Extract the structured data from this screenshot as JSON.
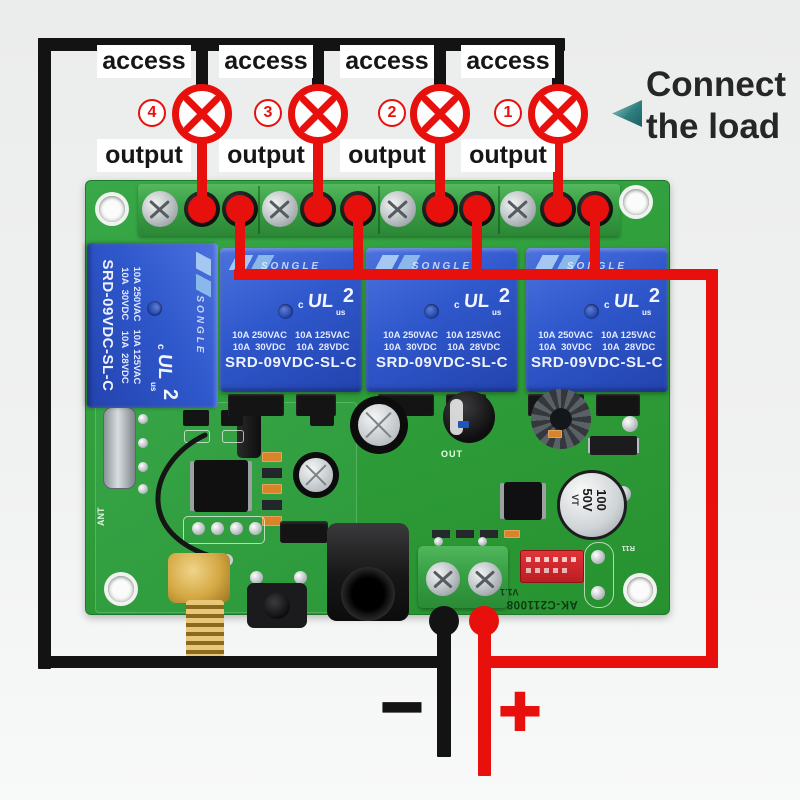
{
  "diagram": {
    "channels": [
      {
        "number": "4",
        "access_label": "access",
        "output_label": "output"
      },
      {
        "number": "3",
        "access_label": "access",
        "output_label": "output"
      },
      {
        "number": "2",
        "access_label": "access",
        "output_label": "output"
      },
      {
        "number": "1",
        "access_label": "access",
        "output_label": "output"
      }
    ],
    "connect_load": {
      "line1": "Connect",
      "line2": "the load"
    },
    "polarity": {
      "positive": "+",
      "negative": "−"
    }
  },
  "relay": {
    "brand": "SONGLE",
    "ul_c": "c",
    "ul_letters": "UL",
    "ul_us": "us",
    "ul_number": "2",
    "rating_line1": "10A 250VAC   10A 125VAC",
    "rating_line2": "10A  30VDC    10A  28VDC",
    "model": "SRD-09VDC-SL-C"
  },
  "board": {
    "model": "AK-C211008",
    "version": "V1.1",
    "silkscreen": {
      "r11": "R11",
      "out": "OUT",
      "ant": "ANT"
    },
    "capacitor_label": {
      "value": "100",
      "voltage": "50V",
      "series": "VT"
    }
  },
  "colors": {
    "wire_red": "#e8100c",
    "wire_black": "#131313",
    "pcb_green": "#2f9e3b",
    "terminal_green": "#3aa44a",
    "relay_blue": "#2d55c8",
    "arrow_teal": "#2e7f7f",
    "label_background": "#ffffff",
    "background_gray": "#efefef"
  }
}
